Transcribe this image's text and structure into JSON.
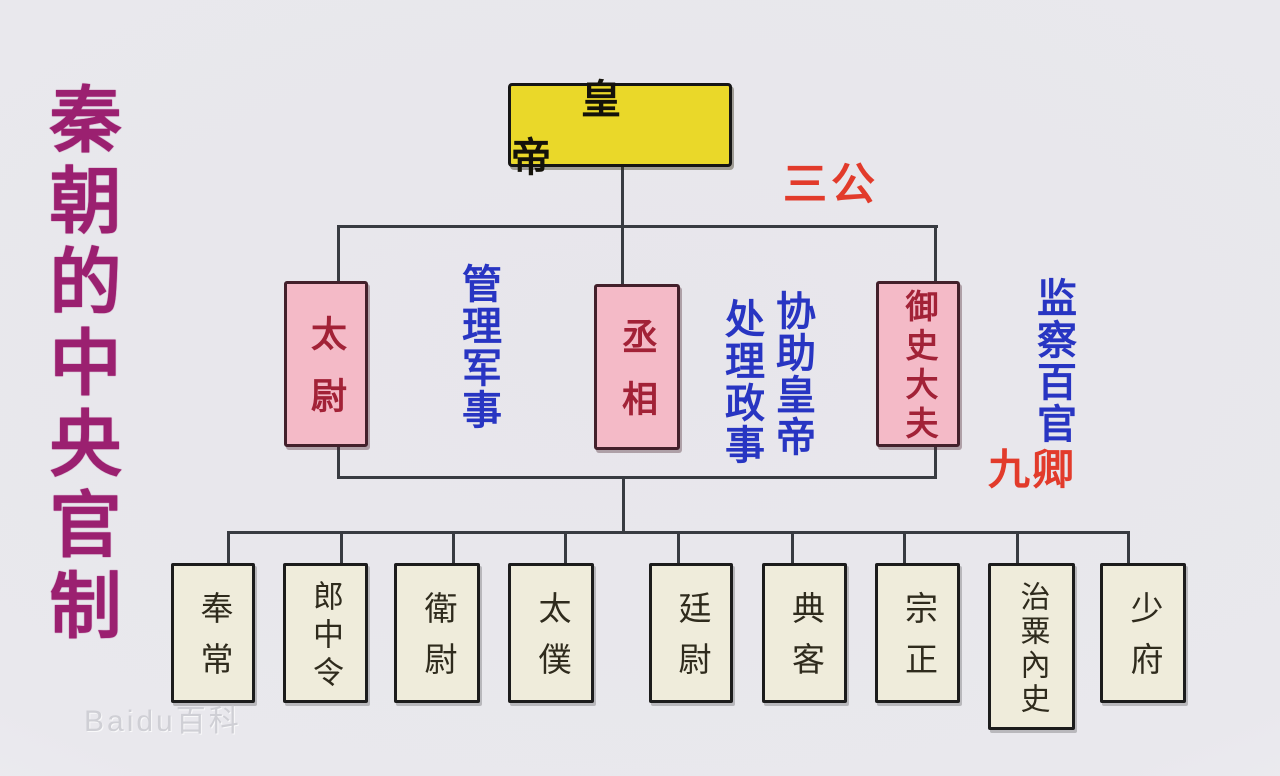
{
  "title": "秦朝的中央官制",
  "group_labels": {
    "top": "三公",
    "bottom": "九卿"
  },
  "nodes": {
    "emperor": "皇帝",
    "sangong": [
      "太尉",
      "丞相",
      "御史大夫"
    ],
    "jiuqing": [
      "奉常",
      "郎中令",
      "衛尉",
      "太僕",
      "廷尉",
      "典客",
      "宗正",
      "治粟內史",
      "少府"
    ]
  },
  "annotations": {
    "taiwei_duty": "管理军事",
    "chengxiang_duty_col_right": "协助皇帝",
    "chengxiang_duty_col_left": "处理政事",
    "yushidafu_duty": "监察百官"
  },
  "watermark": "Baidu百科",
  "colors": {
    "background": "#e9e8ed",
    "emperor_fill": "#ead829",
    "sangong_fill": "#f4bac7",
    "sangong_border": "#43202b",
    "sangong_text": "#a22237",
    "jiuqing_fill": "#efecdb",
    "annotation_blue": "#2835c2",
    "label_red": "#e23b2b",
    "title_color": "#9b2070",
    "line_color": "#383b41"
  }
}
